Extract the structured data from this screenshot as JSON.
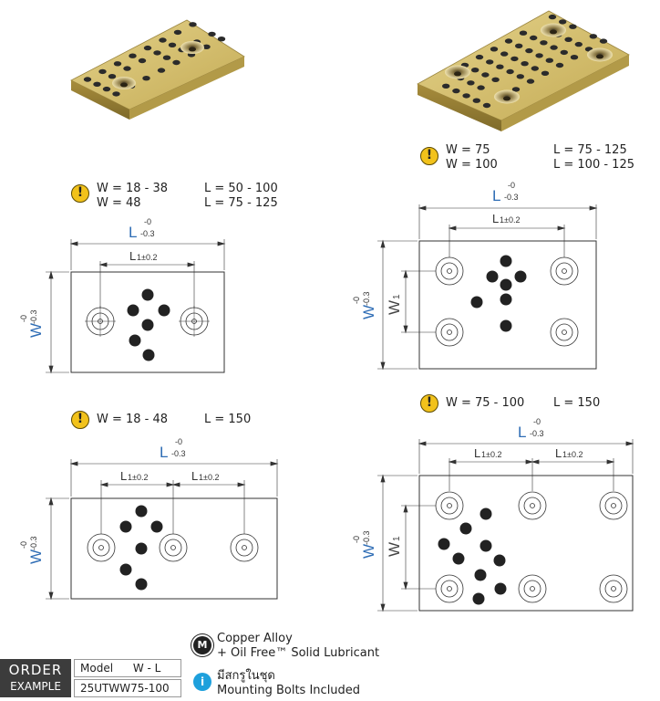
{
  "notes": {
    "top_left": {
      "rows": [
        {
          "w": "W = 18 - 38",
          "l": "L = 50 - 100"
        },
        {
          "w": "W = 48",
          "l": "L = 75 - 125"
        }
      ]
    },
    "top_right": {
      "rows": [
        {
          "w": "W = 75",
          "l": "L = 75 - 125"
        },
        {
          "w": "W = 100",
          "l": "L = 100 - 125"
        }
      ]
    },
    "bottom_left": {
      "rows": [
        {
          "w": "W = 18 - 48",
          "l": "L = 150"
        }
      ]
    },
    "bottom_right": {
      "rows": [
        {
          "w": "W = 75 - 100",
          "l": "L = 150"
        }
      ]
    }
  },
  "dims": {
    "L": "L",
    "L_tol_upper": "-0",
    "L_tol_lower": "-0.3",
    "W": "W",
    "W_tol_upper": "-0",
    "W_tol_lower": "-0.3",
    "L1": "L",
    "L1_sub": "1±0.2",
    "W1": "W",
    "W1_sub": "1"
  },
  "order": {
    "title_line1": "ORDER",
    "title_line2": "EXAMPLE",
    "model_label": "Model",
    "model_value": "W - L",
    "code": "25UTWW75-100"
  },
  "legend": {
    "m_letter": "M",
    "material_line1": "Copper Alloy",
    "material_line2": "+ Oil Free™ Solid Lubricant",
    "i_letter": "i",
    "bolts_thai": "มีสกรูในชุด",
    "bolts_en": "Mounting Bolts Included"
  },
  "colors": {
    "dim_blue": "#2f6db5",
    "warn_yellow": "#f2c21b",
    "brass": "#c9b25a",
    "order_bg": "#3c3c3c",
    "info_blue": "#1ea0dc"
  },
  "icons": [
    "warning-icon",
    "material-icon",
    "info-icon"
  ]
}
